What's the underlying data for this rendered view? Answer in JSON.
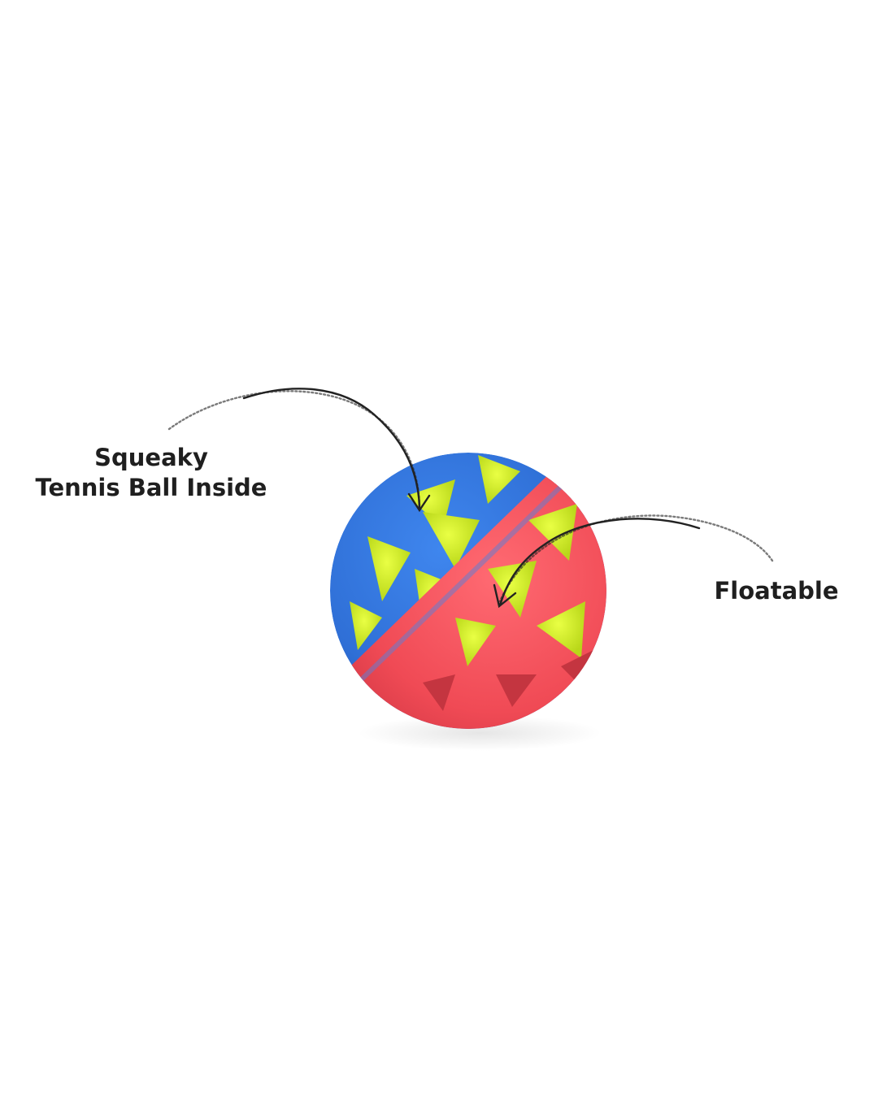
{
  "callouts": {
    "squeaky": {
      "line1": "Squeaky",
      "line2": "Tennis Ball Inside"
    },
    "floatable": {
      "text": "Floatable"
    }
  },
  "product": {
    "colors": {
      "blue": "#2f6fd6",
      "red": "#f04a55",
      "inner_ball": "#d9ef2a",
      "arrow": "#222222"
    }
  }
}
